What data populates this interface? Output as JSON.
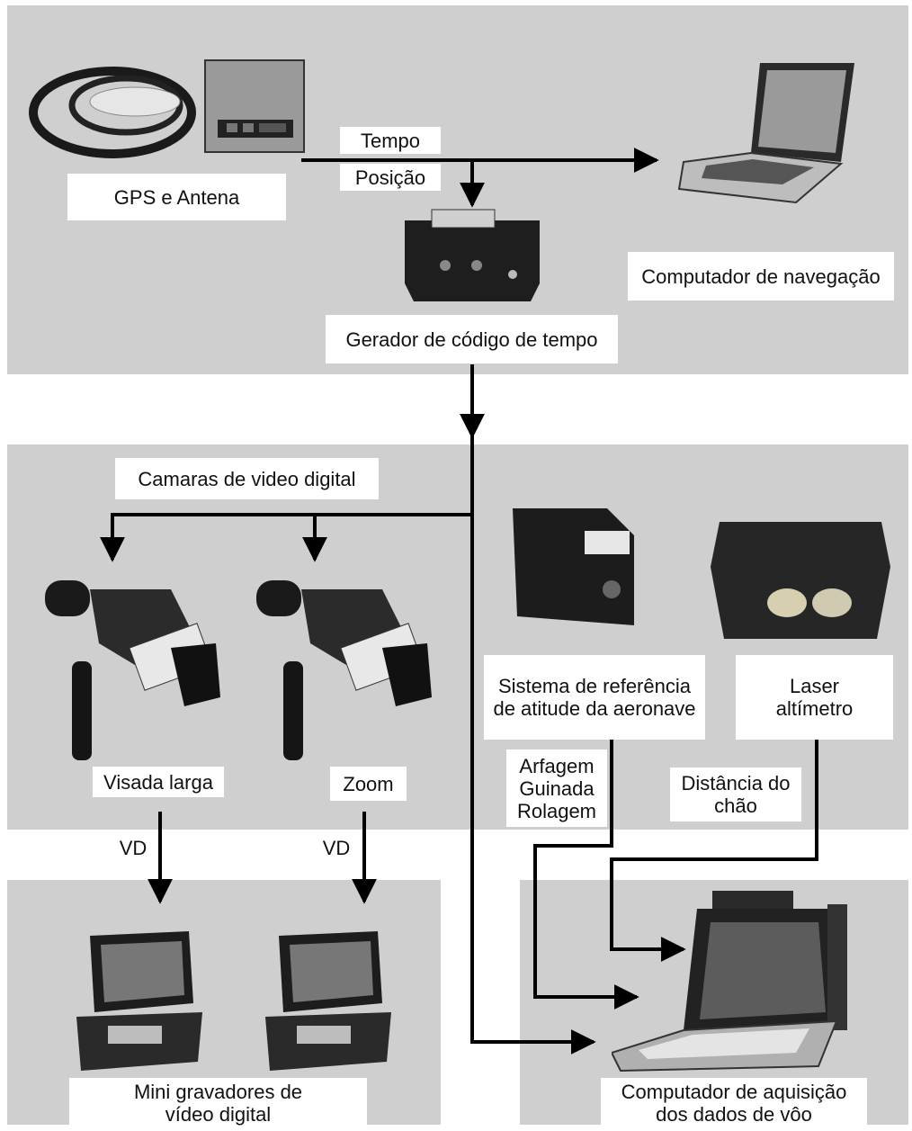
{
  "labels": {
    "gps": "GPS e Antena",
    "tempo": "Tempo",
    "posicao": "Posição",
    "nav_computer": "Computador de navegação",
    "time_code": "Gerador de código de tempo",
    "cameras": "Camaras de video digital",
    "wide": "Visada larga",
    "zoom": "Zoom",
    "vd1": "VD",
    "vd2": "VD",
    "attitude": "Sistema de referência\nde atitude da aeronave",
    "laser": "Laser\naltímetro",
    "attitude_signals": "Arfagem\nGuinada\nRolagem",
    "ground_distance": "Distância do\nchão",
    "recorders": "Mini gravadores de\nvídeo digital",
    "acq_computer": "Computador de aquisição\ndos dados de vôo"
  },
  "icons": [
    "gps-receiver-icon",
    "laptop-icon",
    "time-code-box-icon",
    "camcorder-icon",
    "attitude-unit-icon",
    "laser-altimeter-icon",
    "video-recorder-icon",
    "rugged-computer-icon"
  ]
}
